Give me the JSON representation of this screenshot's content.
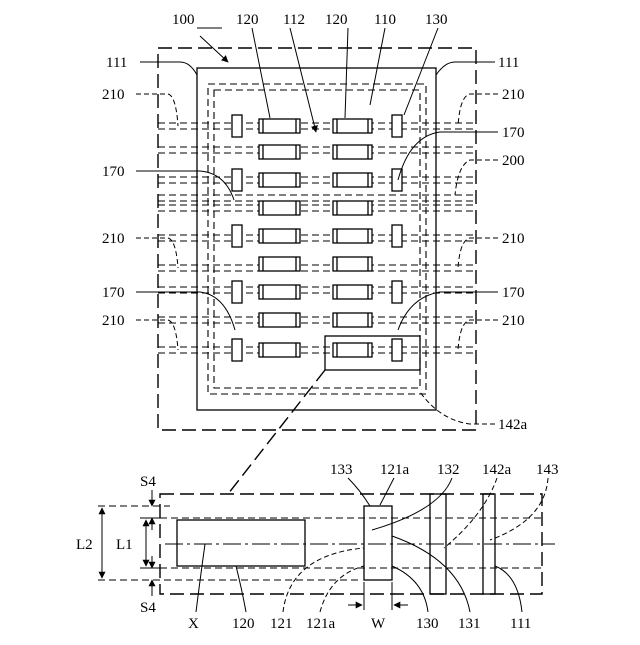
{
  "figure": {
    "top_view": {
      "labels": {
        "device": "100",
        "ref_112": "112",
        "ref_120_left": "120",
        "ref_120_right": "120",
        "ref_110": "110",
        "ref_130": "130",
        "ref_111_left": "111",
        "ref_111_right": "111",
        "ref_210_l1": "210",
        "ref_210_r1": "210",
        "ref_170_r1": "170",
        "ref_170_l1": "170",
        "ref_200": "200",
        "ref_210_l2": "210",
        "ref_210_r2": "210",
        "ref_170_l2": "170",
        "ref_170_r2": "170",
        "ref_210_l3": "210",
        "ref_210_r3": "210",
        "ref_142a": "142a"
      }
    },
    "detail_view": {
      "labels": {
        "ref_133": "133",
        "ref_121a_top": "121a",
        "ref_132": "132",
        "ref_142a": "142a",
        "ref_143": "143",
        "ref_s4_top": "S4",
        "ref_l2": "L2",
        "ref_l1": "L1",
        "ref_s4_bottom": "S4",
        "ref_x": "X",
        "ref_120": "120",
        "ref_121": "121",
        "ref_121a_bottom": "121a",
        "ref_w": "W",
        "ref_130": "130",
        "ref_131": "131",
        "ref_111": "111"
      }
    }
  }
}
